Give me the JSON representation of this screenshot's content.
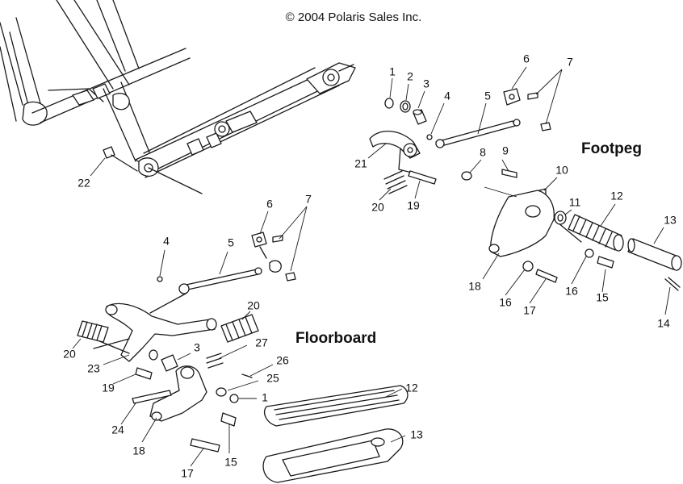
{
  "copyright": "© 2004 Polaris Sales Inc.",
  "section_labels": {
    "footpeg": "Footpeg",
    "floorboard": "Floorboard"
  },
  "callouts": {
    "frame_22": "22",
    "fp_1": "1",
    "fp_2": "2",
    "fp_3": "3",
    "fp_4": "4",
    "fp_5": "5",
    "fp_6": "6",
    "fp_7": "7",
    "fp_8": "8",
    "fp_9": "9",
    "fp_10": "10",
    "fp_11": "11",
    "fp_12": "12",
    "fp_13": "13",
    "fp_14": "14",
    "fp_15": "15",
    "fp_16a": "16",
    "fp_16b": "16",
    "fp_17": "17",
    "fp_18": "18",
    "fp_19": "19",
    "fp_20": "20",
    "fp_21": "21",
    "fb_4": "4",
    "fb_5": "5",
    "fb_6": "6",
    "fb_7": "7",
    "fb_20a": "20",
    "fb_20b": "20",
    "fb_3": "3",
    "fb_27": "27",
    "fb_23": "23",
    "fb_26": "26",
    "fb_25": "25",
    "fb_19": "19",
    "fb_1": "1",
    "fb_12": "12",
    "fb_24": "24",
    "fb_13": "13",
    "fb_18": "18",
    "fb_15": "15",
    "fb_17": "17"
  }
}
